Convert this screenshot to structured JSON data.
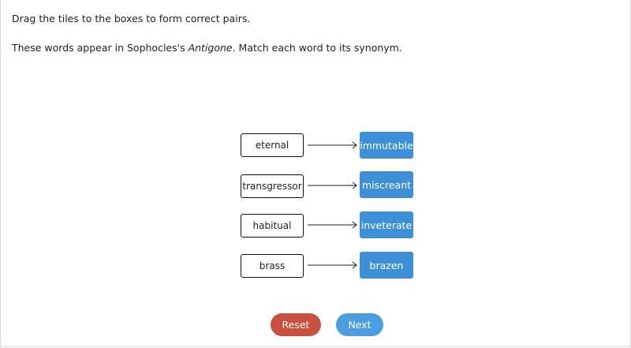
{
  "instruction": "Drag the tiles to the boxes to form correct pairs.",
  "question": {
    "prefix": "These words appear in Sophocles's ",
    "title": "Antigone",
    "suffix": ". Match each word to its synonym."
  },
  "pairs": [
    {
      "word": "eternal",
      "tile": "immutable"
    },
    {
      "word": "transgressor",
      "tile": "miscreant"
    },
    {
      "word": "habitual",
      "tile": "inveterate"
    },
    {
      "word": "brass",
      "tile": "brazen"
    }
  ],
  "buttons": {
    "reset": "Reset",
    "next": "Next"
  },
  "colors": {
    "tile": "#3d8fd7",
    "reset": "#c9503e",
    "next": "#4a9ee0"
  }
}
